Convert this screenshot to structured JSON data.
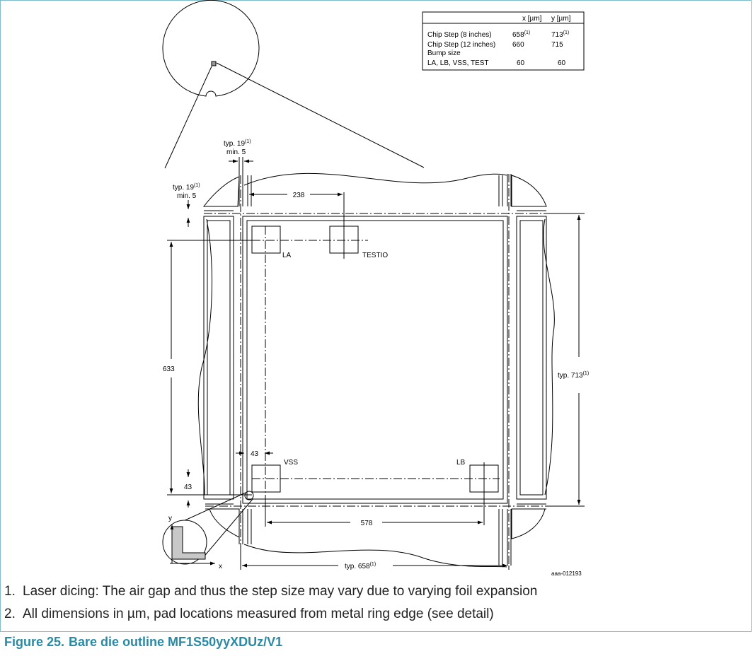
{
  "table": {
    "header": {
      "x": "x [µm]",
      "y": "y [µm]"
    },
    "rows": [
      {
        "label": "Chip Step (8 inches)",
        "x": "658",
        "x_sup": "(1)",
        "y": "713",
        "y_sup": "(1)"
      },
      {
        "label": "Chip Step (12 inches)",
        "x": "660",
        "x_sup": "",
        "y": "715",
        "y_sup": ""
      },
      {
        "label": "Bump size",
        "x": "",
        "x_sup": "",
        "y": "",
        "y_sup": ""
      },
      {
        "label": "LA, LB, VSS, TEST",
        "x": "60",
        "x_sup": "",
        "y": "60",
        "y_sup": ""
      }
    ]
  },
  "dimensions": {
    "top_gap_typ": "typ. 19",
    "top_gap_typ_sup": "(1)",
    "top_gap_min": "min. 5",
    "left_gap_typ": "typ. 19",
    "left_gap_typ_sup": "(1)",
    "left_gap_min": "min. 5",
    "la_testio_dist": "238",
    "pad_span_y": "633",
    "chip_height": "typ. 713",
    "chip_height_sup": "(1)",
    "vss_offset_x": "43",
    "vss_offset_y": "43",
    "vss_lb_dist": "578",
    "chip_width": "typ. 658",
    "chip_width_sup": "(1)"
  },
  "pads": {
    "la": "LA",
    "testio": "TESTIO",
    "vss": "VSS",
    "lb": "LB"
  },
  "axes": {
    "x": "x",
    "y": "y"
  },
  "figure_id": "aaa-012193",
  "notes": [
    {
      "num": "1.",
      "text": "Laser dicing: The air gap and thus the step size may vary due to varying foil expansion"
    },
    {
      "num": "2.",
      "text": "All dimensions in µm, pad locations measured from metal ring edge (see detail)"
    }
  ],
  "caption": {
    "number": "Figure 25.",
    "title": "Bare die outline MF1S50yyXDUz/V1"
  },
  "colors": {
    "frame": "#7fbcc9",
    "caption": "#2a8aa5",
    "detail_fill": "#c8c8c8"
  }
}
